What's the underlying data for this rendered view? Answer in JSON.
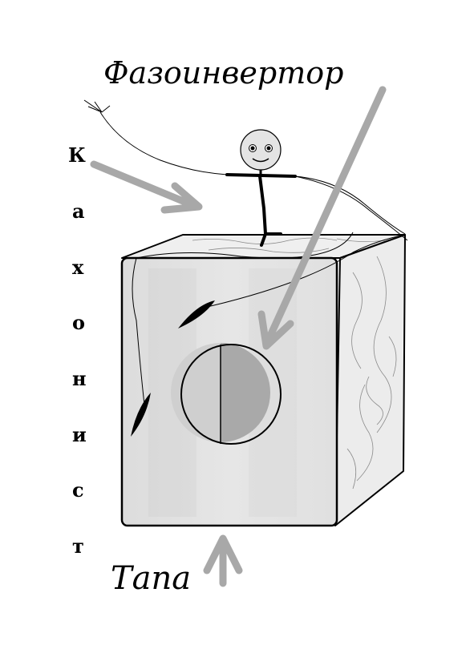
{
  "labels": {
    "top": "Фазоинвертор",
    "bottom": "Тапа",
    "vertical": [
      "К",
      "а",
      "х",
      "о",
      "н",
      "и",
      "с",
      "т"
    ]
  },
  "colors": {
    "arrow": "#a8a8a8",
    "outline": "#000000",
    "box_front": "#e2e2e2",
    "box_side": "#ececec",
    "box_top": "#efefef",
    "port_left": "#cfcfcf",
    "port_right": "#a9a9a9"
  }
}
